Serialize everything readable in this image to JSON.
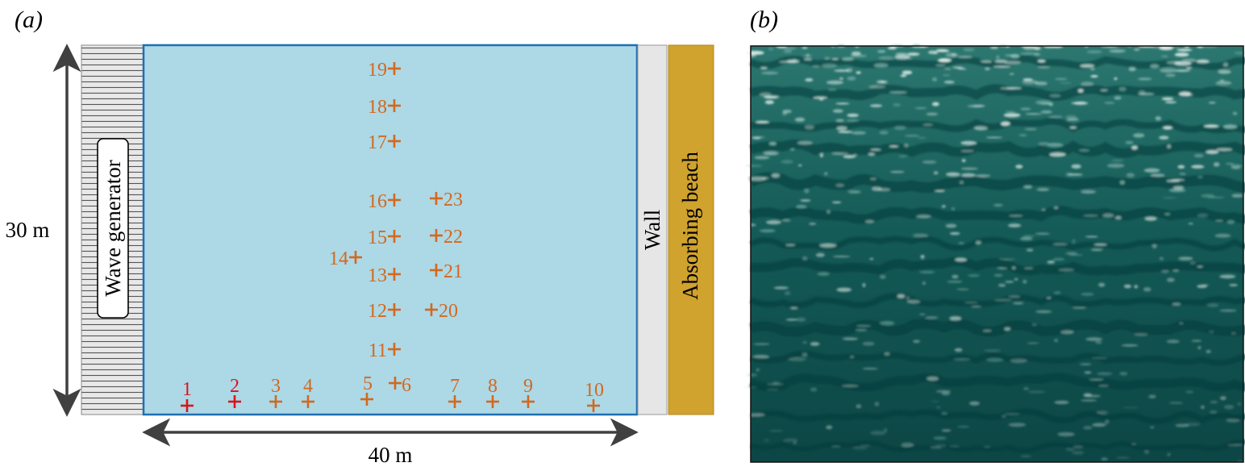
{
  "panel_a": {
    "label": "(a)",
    "wave_generator_label": "Wave generator",
    "wall_label": "Wall",
    "beach_label": "Absorbing beach",
    "height_label": "30 m",
    "width_label": "40 m",
    "colors": {
      "basin": "#add8e6",
      "basin_border": "#1f6fb2",
      "generator": "#e6e6e6",
      "wall": "#e6e6e6",
      "beach": "#d0a22e",
      "probe_orange": "#d2691e",
      "probe_red": "#d8141b",
      "arrow": "#404040"
    },
    "probes": [
      {
        "id": "1",
        "color": "red"
      },
      {
        "id": "2",
        "color": "red"
      },
      {
        "id": "3",
        "color": "orange"
      },
      {
        "id": "4",
        "color": "orange"
      },
      {
        "id": "5",
        "color": "orange"
      },
      {
        "id": "6",
        "color": "orange"
      },
      {
        "id": "7",
        "color": "orange"
      },
      {
        "id": "8",
        "color": "orange"
      },
      {
        "id": "9",
        "color": "orange"
      },
      {
        "id": "10",
        "color": "orange"
      },
      {
        "id": "11",
        "color": "orange"
      },
      {
        "id": "12",
        "color": "orange"
      },
      {
        "id": "13",
        "color": "orange"
      },
      {
        "id": "14",
        "color": "orange"
      },
      {
        "id": "15",
        "color": "orange"
      },
      {
        "id": "16",
        "color": "orange"
      },
      {
        "id": "17",
        "color": "orange"
      },
      {
        "id": "18",
        "color": "orange"
      },
      {
        "id": "19",
        "color": "orange"
      },
      {
        "id": "20",
        "color": "orange"
      },
      {
        "id": "21",
        "color": "orange"
      },
      {
        "id": "22",
        "color": "orange"
      },
      {
        "id": "23",
        "color": "orange"
      }
    ]
  },
  "panel_b": {
    "label": "(b)",
    "colors": {
      "water_dark": "#0e4a4a",
      "water_mid": "#1a6660",
      "glint": "#e8f2ee"
    }
  }
}
